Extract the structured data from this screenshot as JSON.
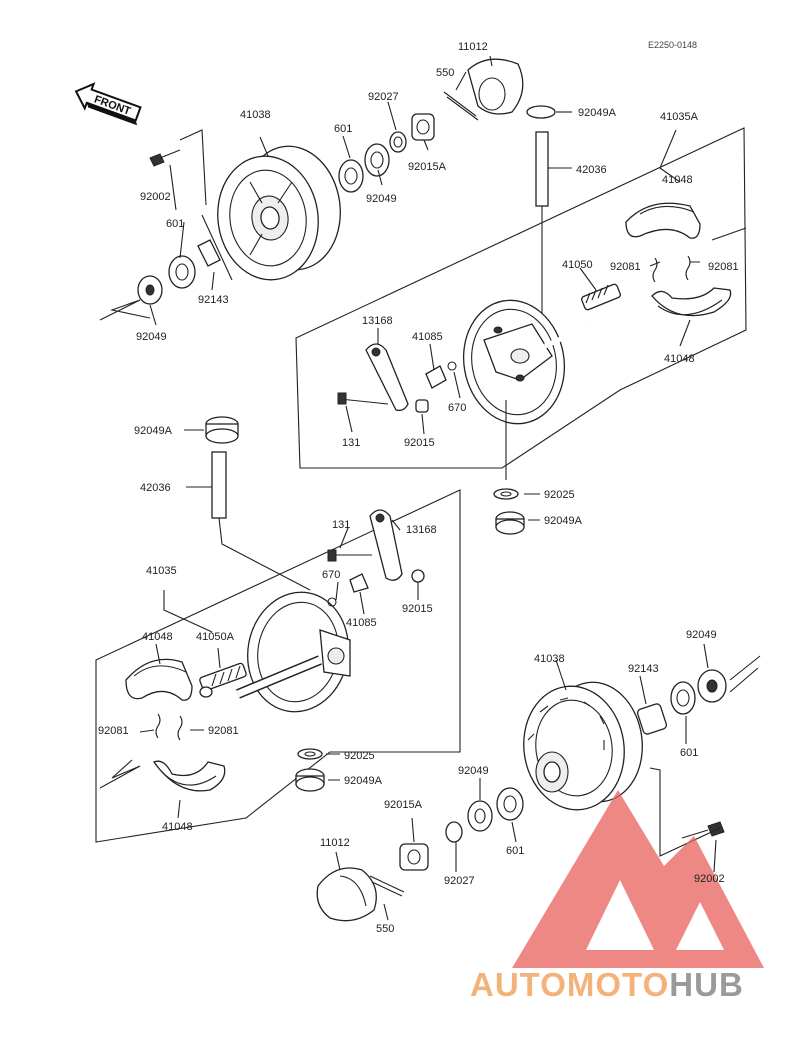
{
  "diagram_code": "E2250-0148",
  "front_label": "FRONT",
  "watermark": {
    "text_a": "AUTOMOTO",
    "text_b": "HUB",
    "color_a": "#f2b27a",
    "color_b": "#9a9a9a",
    "logo_color": "#e8605c"
  },
  "labels": {
    "p11012_top": "11012",
    "p550_top": "550",
    "p41038_top": "41038",
    "p601_top_a": "601",
    "p92027_top": "92027",
    "p92049a_top_right": "92049A",
    "p41035a": "41035A",
    "p92002_top": "92002",
    "p92049_top_mid": "92049",
    "p92015a_top": "92015A",
    "p42036_top": "42036",
    "p41048_top_a": "41048",
    "p601_top_b": "601",
    "p92143_top": "92143",
    "p92049_top_left": "92049",
    "p92081_top_a": "92081",
    "p92081_top_b": "92081",
    "p41050": "41050",
    "p13168_top": "13168",
    "p41085_top": "41085",
    "p670_top": "670",
    "p41048_top_b": "41048",
    "p131_top": "131",
    "p92015_top": "92015",
    "p92049a_left": "92049A",
    "p42036_left": "42036",
    "p92025_top": "92025",
    "p92049a_mid": "92049A",
    "p131_low": "131",
    "p13168_low": "13168",
    "p41035": "41035",
    "p670_low": "670",
    "p92015_low": "92015",
    "p41085_low": "41085",
    "p41048_low_a": "41048",
    "p41050a": "41050A",
    "p92049_low_right": "92049",
    "p41038_low": "41038",
    "p92143_low": "92143",
    "p92081_low_a": "92081",
    "p92081_low_b": "92081",
    "p601_low_a": "601",
    "p92025_low": "92025",
    "p92049a_low": "92049A",
    "p92049_low_mid": "92049",
    "p41048_low_b": "41048",
    "p92015a_low": "92015A",
    "p601_low_b": "601",
    "p11012_low": "11012",
    "p92027_low": "92027",
    "p92002_low": "92002",
    "p550_low": "550"
  }
}
